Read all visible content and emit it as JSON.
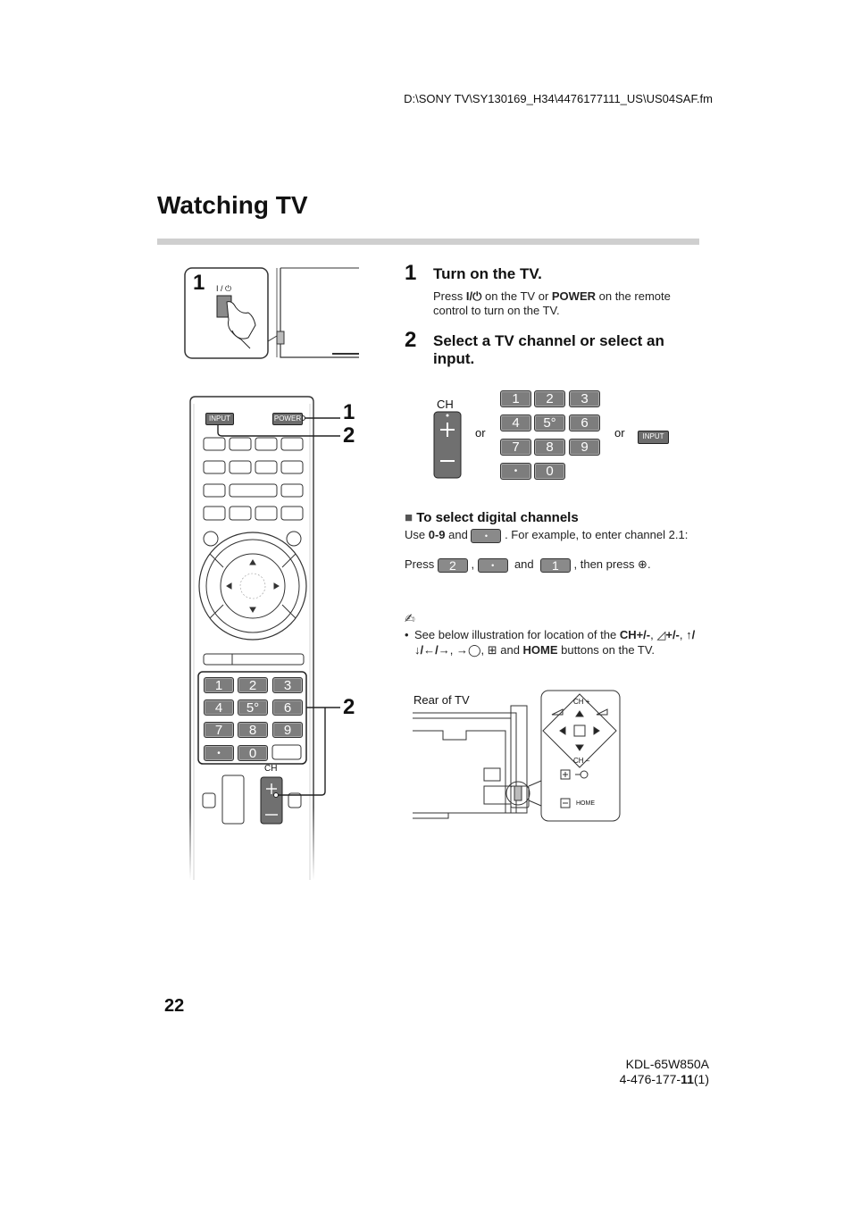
{
  "header": {
    "filepath": "D:\\SONY TV\\SY130169_H34\\4476177111_US\\US04SAF.fm"
  },
  "page": {
    "title": "Watching TV",
    "page_number": "22",
    "model": "KDL-65W850A",
    "part_number_prefix": "4-476-177-",
    "part_number_bold": "11",
    "part_number_suffix": "(1)"
  },
  "illustration": {
    "tv_callout_number": "1",
    "tv_power_label": "I / ⏻",
    "remote_labels": {
      "input": "INPUT",
      "power": "POWER",
      "ch": "CH"
    },
    "callouts": [
      "1",
      "2",
      "2"
    ],
    "keypad": [
      "1",
      "2",
      "3",
      "4",
      "5°",
      "6",
      "7",
      "8",
      "9",
      "•",
      "0"
    ]
  },
  "steps": [
    {
      "number": "1",
      "title": "Turn on the TV.",
      "text_parts": [
        "Press ",
        "I/⏻",
        " on the TV or ",
        "POWER",
        " on the remote control to turn on the TV."
      ]
    },
    {
      "number": "2",
      "title": "Select a TV channel or select an input.",
      "options": {
        "ch_label": "CH",
        "or1": "or",
        "or2": "or",
        "input_label": "INPUT"
      },
      "keypad": [
        "1",
        "2",
        "3",
        "4",
        "5°",
        "6",
        "7",
        "8",
        "9",
        "•",
        "0"
      ]
    }
  ],
  "digital": {
    "heading_marker": "■",
    "heading": "To select digital channels",
    "line1_a": "Use ",
    "line1_bold": "0-9",
    "line1_b": " and ",
    "line1_c": ". For example, to enter channel 2.1:",
    "line2_a": "Press ",
    "key_2": "2",
    "comma": ",",
    "key_dot": "•",
    "and": "and",
    "key_1": "1",
    "line2_end": ", then press ⊕."
  },
  "note": {
    "icon": "✍",
    "bullet": "•",
    "text_a": "See below illustration for location of the ",
    "bold1": "CH+/-",
    "text_b": ", ",
    "bold2": "◿+/-",
    "text_c": ", ",
    "bold3": "↑/↓/←/→",
    "text_d": ", →◯, ⊞ and ",
    "bold4": "HOME",
    "text_e": " buttons on the TV."
  },
  "rear": {
    "label": "Rear of TV",
    "ch_plus": "CH +",
    "ch_minus": "CH –",
    "home": "HOME"
  }
}
